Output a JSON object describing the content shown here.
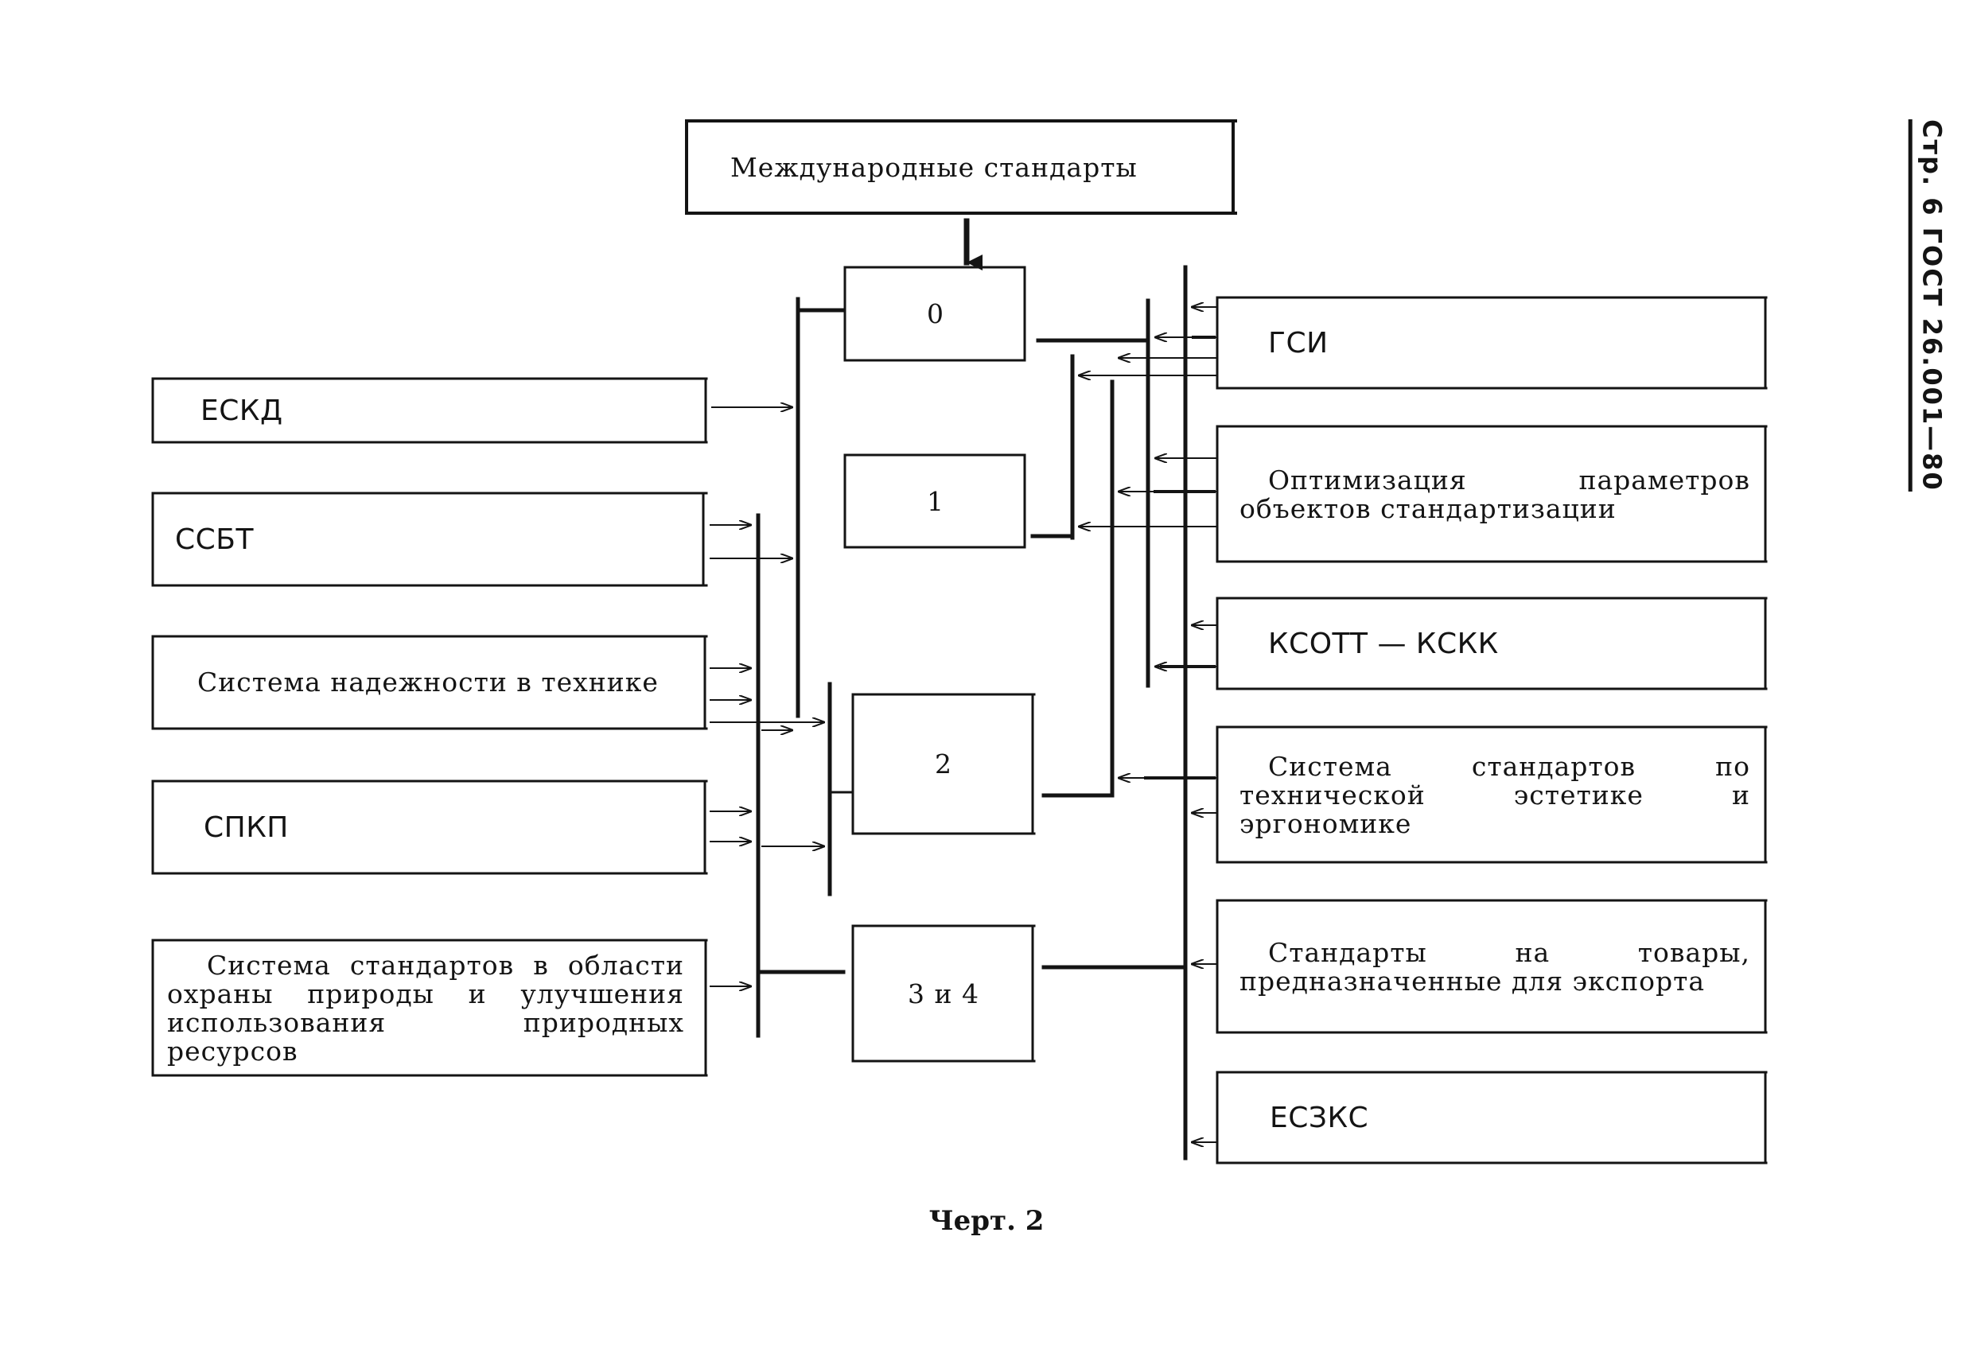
{
  "top_box": {
    "label": "Международные стандарты"
  },
  "center_boxes": [
    {
      "id": "0",
      "label": "0"
    },
    {
      "id": "1",
      "label": "1"
    },
    {
      "id": "2",
      "label": "2"
    },
    {
      "id": "3-4",
      "label": "3 и 4"
    }
  ],
  "left_boxes": [
    {
      "id": "eskd",
      "label": "ЕСКД"
    },
    {
      "id": "ssbt",
      "label": "ССБТ"
    },
    {
      "id": "reliability",
      "label": "Система надежности в технике"
    },
    {
      "id": "spkp",
      "label": "СПКП"
    },
    {
      "id": "nature",
      "label": "Система стандартов в области охраны природы и улучшения использования природных ресурсов"
    }
  ],
  "right_boxes": [
    {
      "id": "gsi",
      "label": "ГСИ"
    },
    {
      "id": "optimization",
      "label": "Оптимизация параметров объектов стандартизации"
    },
    {
      "id": "ksott",
      "label": "КСОТТ — КСКК"
    },
    {
      "id": "aesthetics",
      "label": "Система стандартов по технической эстетике и эргономике"
    },
    {
      "id": "export",
      "label": "Стандарты на товары, предназначенные для экспорта"
    },
    {
      "id": "eszks",
      "label": "ЕСЗКС"
    }
  ],
  "side_header": "Стр. 6 ГОСТ 26.001—80",
  "caption": "Черт. 2",
  "colors": {
    "ink": "#141414",
    "paper": "#ffffff"
  }
}
